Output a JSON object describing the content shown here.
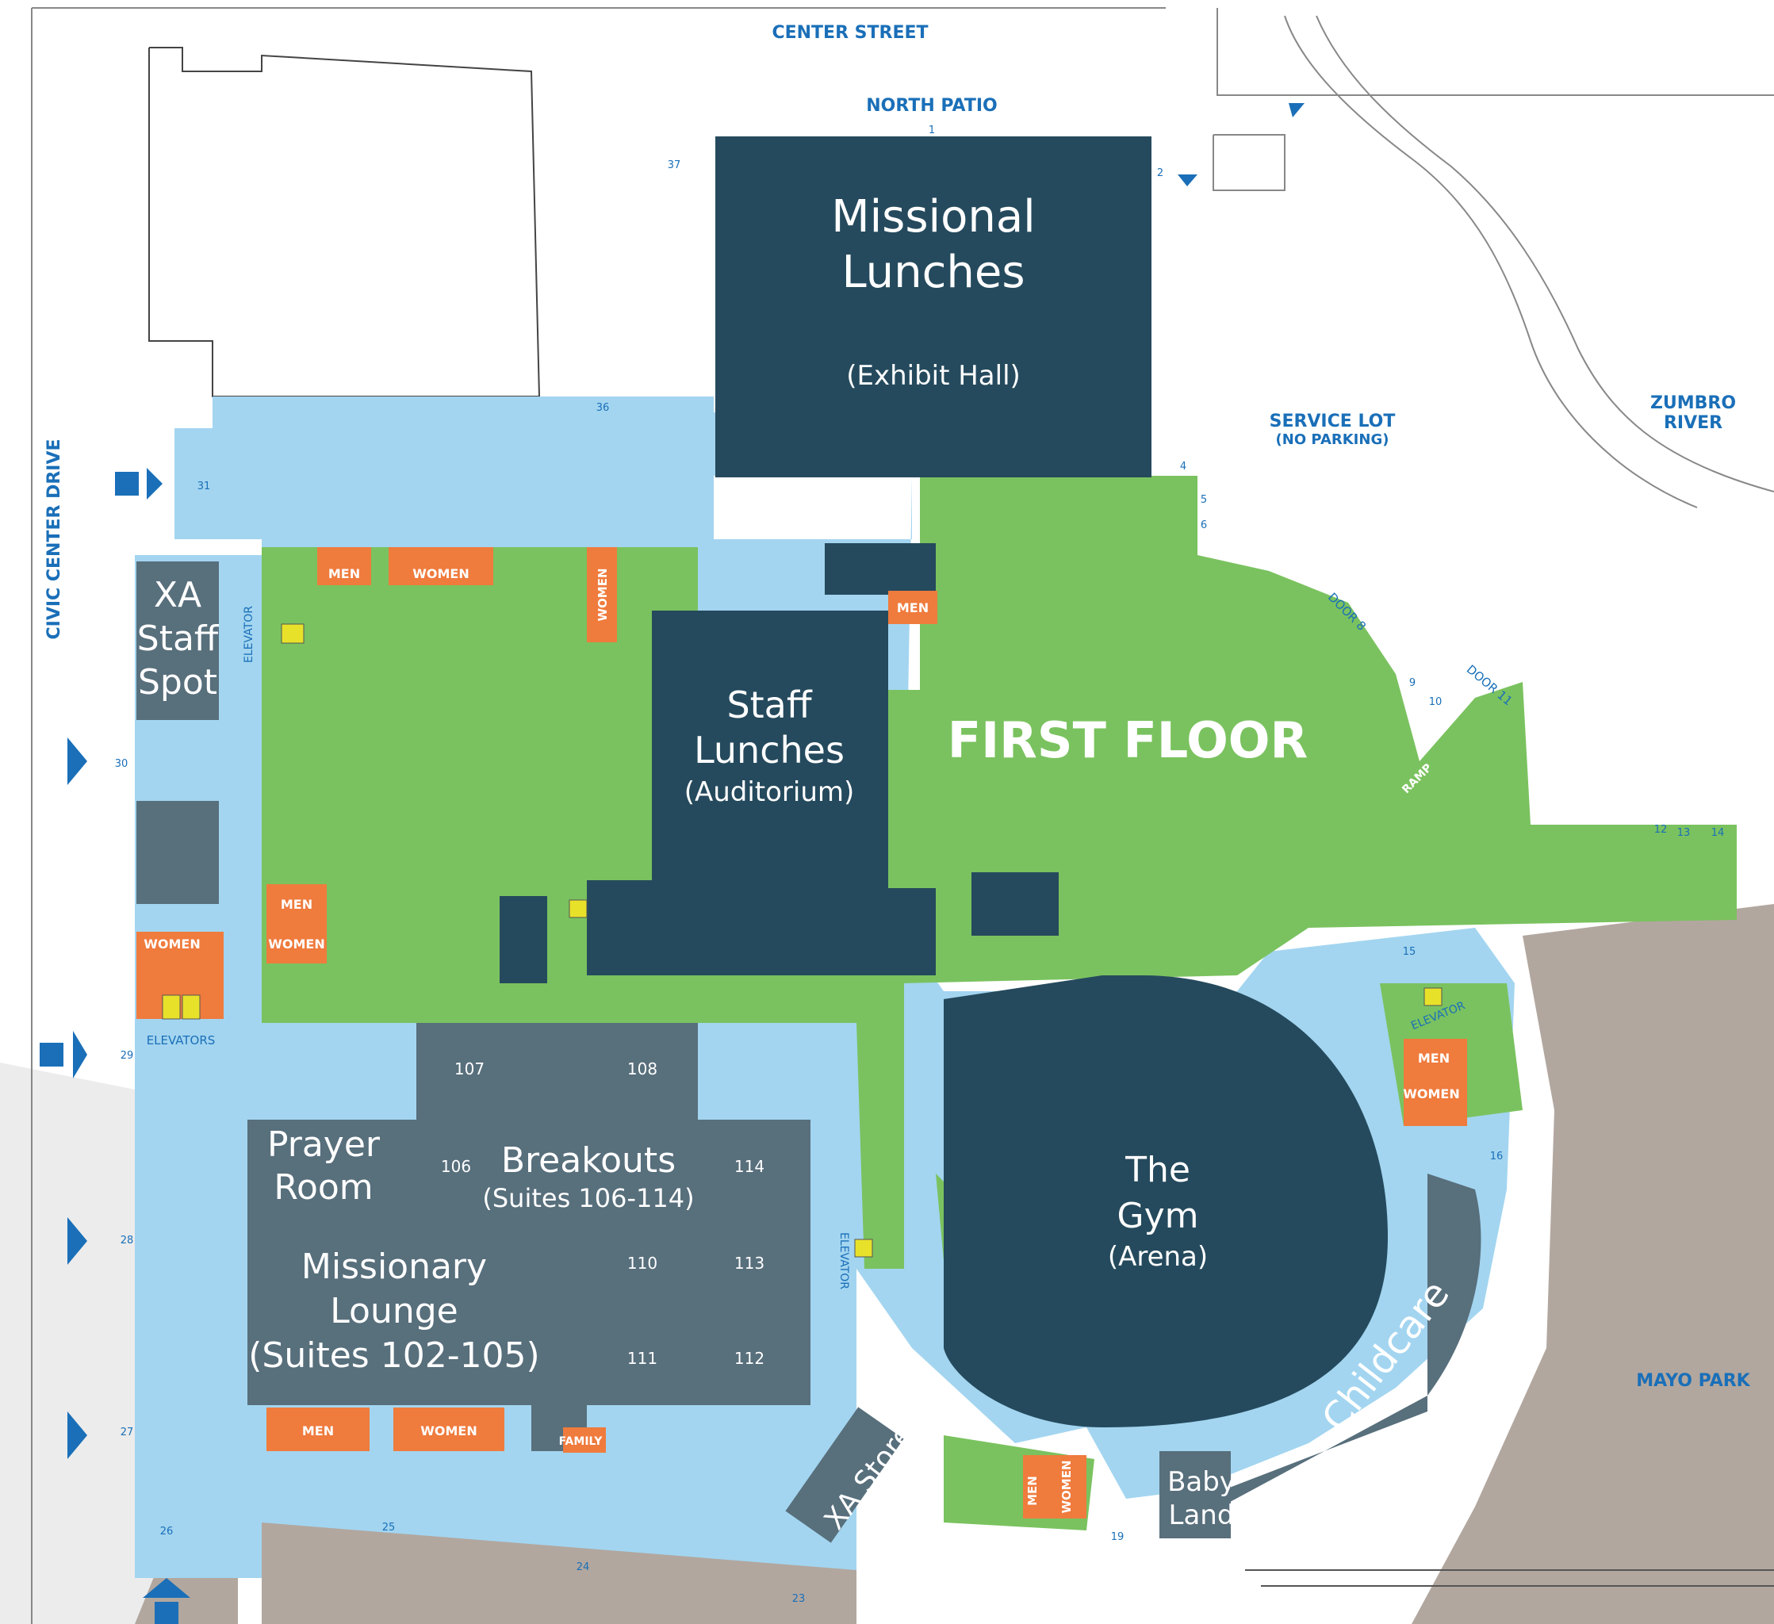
{
  "colors": {
    "public_area": "#7ac25f",
    "event_room": "#254a5d",
    "suite_room": "#586f7c",
    "corridor": "#a3d5f0",
    "restroom": "#ef7b3d",
    "park": "#b2a79f",
    "street_label": "#1a6fb8",
    "accessible_icon": "#1a6fb8"
  },
  "floor_label": "FIRST FLOOR",
  "streets": {
    "center_street": "CENTER STREET",
    "north_patio": "NORTH PATIO",
    "civic_center_drive": "CIVIC CENTER DRIVE",
    "service_lot": "SERVICE LOT",
    "service_lot_note": "(NO PARKING)",
    "zumbro_line1": "ZUMBRO",
    "zumbro_line2": "RIVER",
    "mayo_park": "MAYO PARK"
  },
  "rooms": {
    "missional_l1": "Missional",
    "missional_l2": "Lunches",
    "missional_sub": "(Exhibit Hall)",
    "staff_l1": "Staff",
    "staff_l2": "Lunches",
    "staff_sub": "(Auditorium)",
    "xa_l1": "XA",
    "xa_l2": "Staff",
    "xa_l3": "Spot",
    "prayer_l1": "Prayer",
    "prayer_l2": "Room",
    "breakouts": "Breakouts",
    "breakouts_sub": "(Suites 106-114)",
    "lounge_l1": "Missionary",
    "lounge_l2": "Lounge",
    "lounge_l3": "(Suites 102-105)",
    "gym_l1": "The",
    "gym_l2": "Gym",
    "gym_sub": "(Arena)",
    "childcare": "Childcare",
    "baby_l1": "Baby",
    "baby_l2": "Land",
    "xa_store": "XA Store"
  },
  "suites": [
    "107",
    "108",
    "106",
    "114",
    "110",
    "113",
    "111",
    "112"
  ],
  "restrooms": {
    "men": "MEN",
    "women": "WOMEN",
    "family": "FAMILY"
  },
  "facilities": {
    "elevator": "ELEVATOR",
    "elevators": "ELEVATORS",
    "ramp": "RAMP",
    "door_8": "DOOR 8",
    "door_11": "DOOR 11"
  },
  "doors": [
    "1",
    "2",
    "4",
    "5",
    "6",
    "9",
    "10",
    "12",
    "13",
    "14",
    "15",
    "16",
    "19",
    "23",
    "24",
    "25",
    "26",
    "27",
    "28",
    "29",
    "30",
    "31",
    "36",
    "37"
  ],
  "icons": [
    "accessible-entrance-icon",
    "entrance-arrow-icon",
    "elevator-icon"
  ]
}
